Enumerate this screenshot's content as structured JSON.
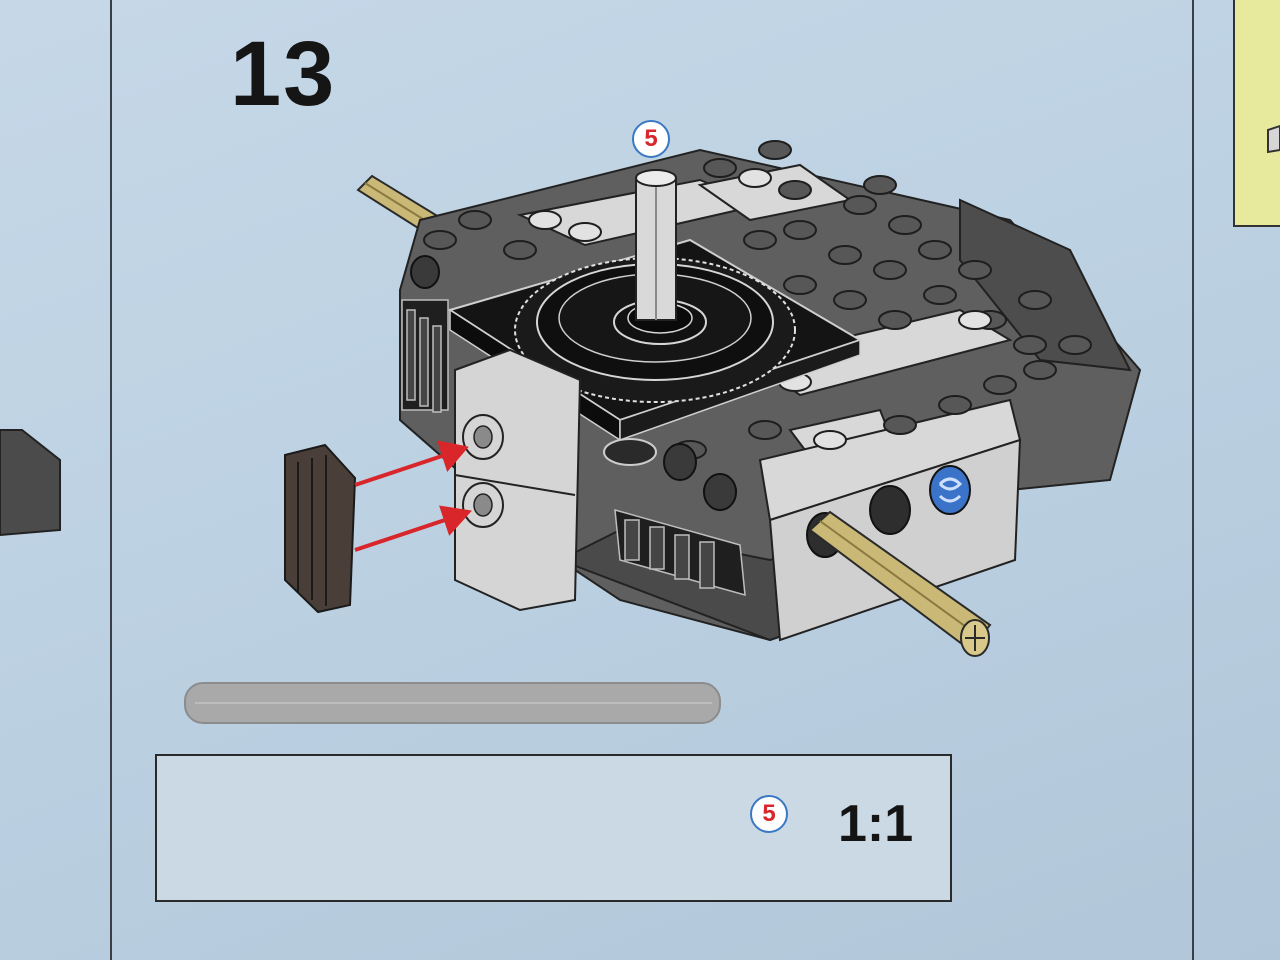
{
  "manual": {
    "step_number": "13",
    "callout_quantity": "5",
    "parts_quantity": "5",
    "scale_label": "1:1"
  },
  "colors": {
    "background": "#bcd1e2",
    "dark_gray_brick": "#5f5f5f",
    "light_gray_brick": "#d8d8d8",
    "black_plate": "#141414",
    "tan_axle": "#c9b876",
    "gray_axle": "#cfcfcf",
    "arrow_red": "#d8262a",
    "callout_blue": "#3b78c4",
    "pin_blue": "#3a73c8",
    "thumbnail_yellow": "#e7e99c"
  },
  "icons": [
    "gear-icon",
    "axle-icon",
    "arrow-icon",
    "pin-icon"
  ]
}
